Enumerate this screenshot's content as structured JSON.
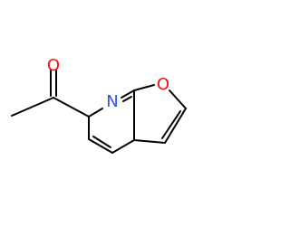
{
  "molecule": {
    "atoms": {
      "carbonyl_oxygen": "O",
      "pyridine_nitrogen": "N",
      "furan_oxygen": "O"
    },
    "colors": {
      "bond": "#000000",
      "oxygen": "#ff0d0d",
      "nitrogen": "#3050f8"
    }
  }
}
